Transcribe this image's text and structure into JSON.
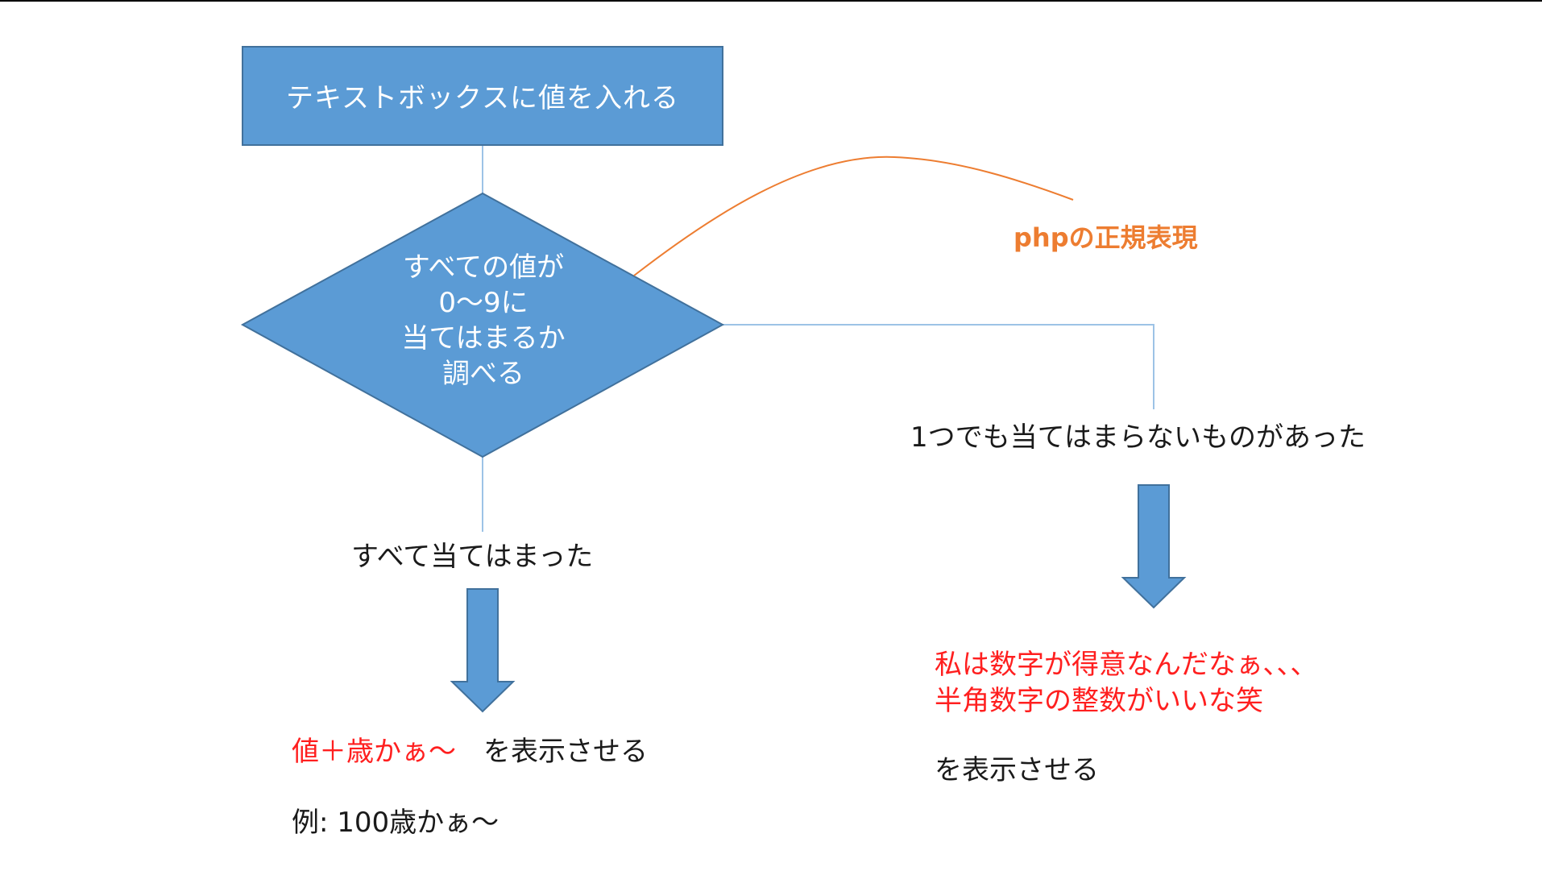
{
  "colors": {
    "shape_fill": "#5b9bd5",
    "shape_stroke": "#41719c",
    "connector": "#9dc3e6",
    "note_text": "#ed7d31",
    "highlight_text": "#ff1f1f",
    "body_text": "#1a1a1a"
  },
  "process_box": {
    "text": "テキストボックスに値を入れる"
  },
  "decision": {
    "lines": [
      "すべての値が",
      "0〜9に",
      "当てはまるか",
      "調べる"
    ]
  },
  "note": {
    "text": "phpの正規表現"
  },
  "branch_yes": {
    "label": "すべて当てはまった",
    "output_red": "値＋歳かぁ〜",
    "output_suffix": "　を表示させる",
    "example": "例: 100歳かぁ〜"
  },
  "branch_no": {
    "label": "1つでも当てはまらないものがあった",
    "message_line1": "私は数字が得意なんだなぁ、、、",
    "message_line2": "半角数字の整数がいいな笑",
    "output_suffix": "を表示させる"
  }
}
